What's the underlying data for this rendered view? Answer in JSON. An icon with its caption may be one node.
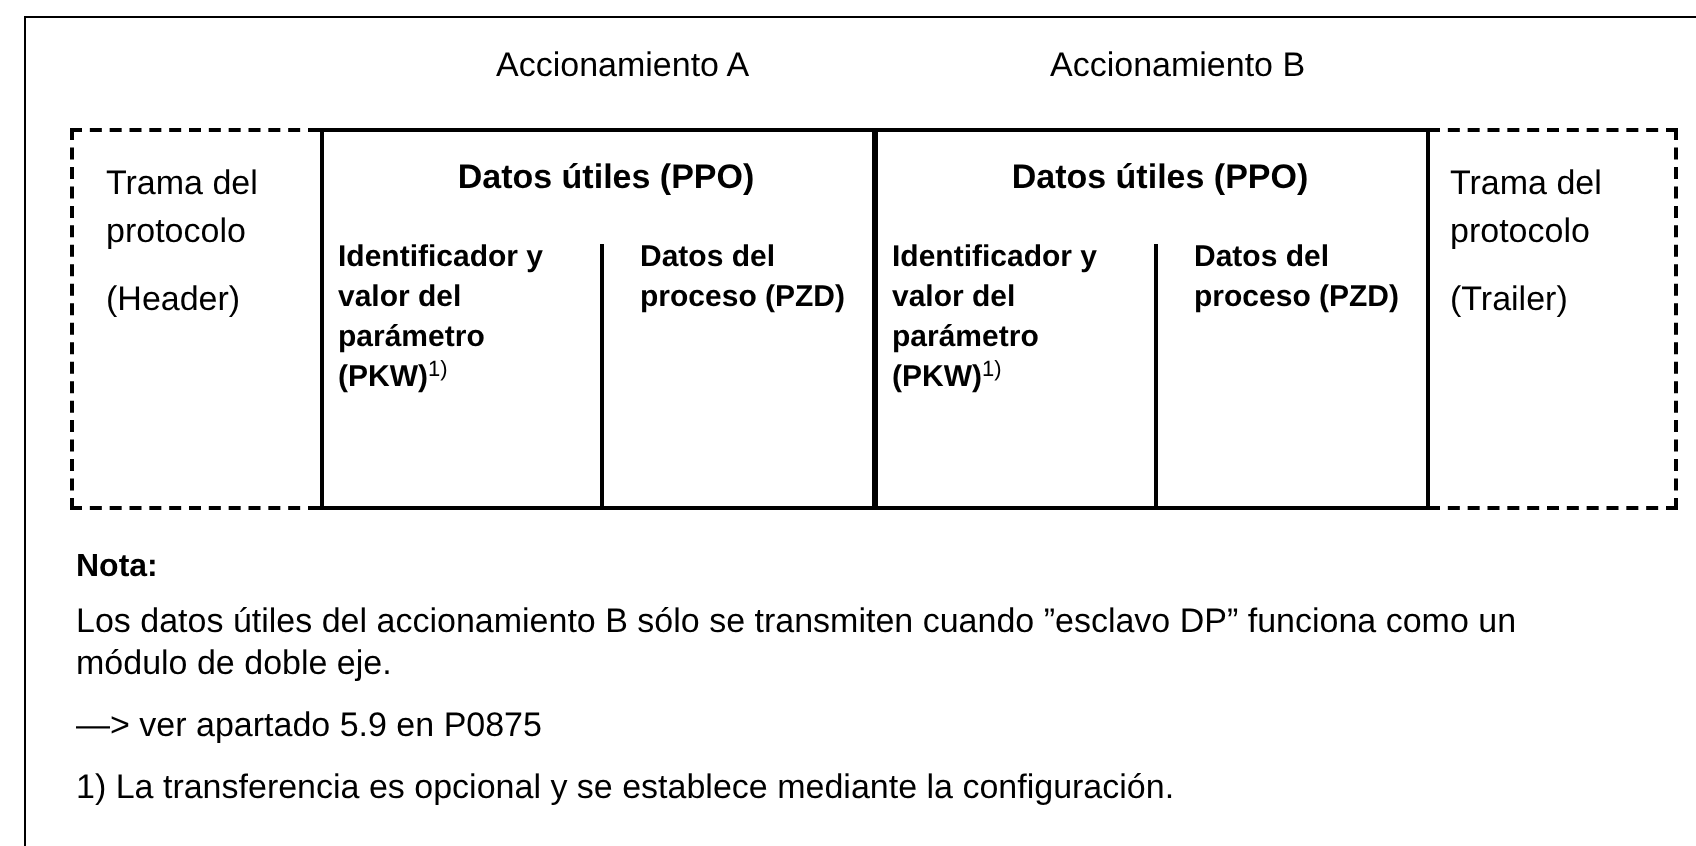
{
  "diagram": {
    "nodes": [
      {
        "text": [
          "Trama del protocolo",
          "(Header)"
        ]
      },
      {
        "text": [
          "Datos útiles (PPO)"
        ],
        "beside": [
          "Accionamiento A"
        ]
      },
      {
        "text": [
          "Identificador y valor del parámetro (PKW)$^{1)}$"
        ],
        "in": 1
      },
      {
        "text": [
          "Datos del proceso (PZD)"
        ],
        "in": 1
      },
      {
        "text": [
          "Datos útiles (PPO)"
        ],
        "beside": [
          "Accionamiento B"
        ]
      },
      {
        "text": [
          "Identificador y valor del parámetro (PKW)$^{1)}$"
        ],
        "in": 4
      },
      {
        "text": [
          "Datos del proceso (PZD)"
        ],
        "in": 4
      },
      {
        "text": [
          "Trama del protocolo",
          "(Trailer)"
        ]
      }
    ],
    "labels": [
      "Nota:",
      "Los datos útiles del accionamiento B sólo se transmiten cuando ”esclavo DP” funciona como un módulo de doble eje.",
      "—> ver apartado 5.9 en P0875",
      "1) La transferencia es opcional y se establece mediante la configuración."
    ]
  }
}
